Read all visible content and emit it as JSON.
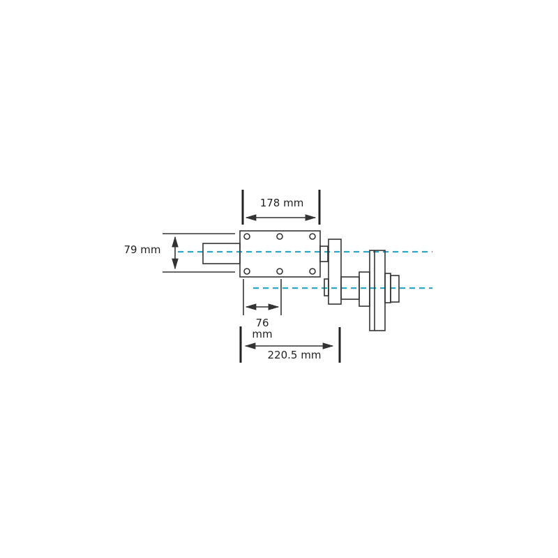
{
  "dimensions": {
    "width_label": "178 mm",
    "height_label": "79 mm",
    "offset_label_line1": "76",
    "offset_label_line2": "mm",
    "total_label": "220.5 mm"
  },
  "colors": {
    "centerline": "#2aa6c8",
    "outline": "#333333"
  }
}
